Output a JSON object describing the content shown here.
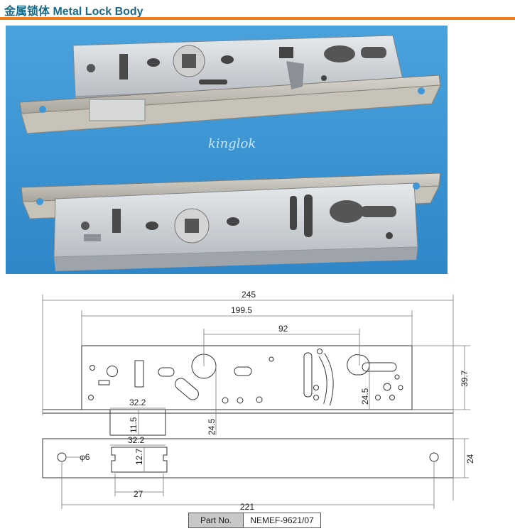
{
  "header": {
    "title": "金属锁体 Metal Lock Body"
  },
  "photo": {
    "watermark": "kinglok"
  },
  "dimensions": {
    "overall_length": "245",
    "case_length": "199.5",
    "backset_to_cylinder": "92",
    "case_height": "39.7",
    "latch_width_top": "32.2",
    "latch_height": "11.5",
    "handle_center_height": "24.5",
    "cylinder_center_height": "24.5",
    "faceplate_slot_width": "32.2",
    "faceplate_slot_height": "12.7",
    "faceplate_hole": "φ6",
    "faceplate_width": "24",
    "slot_pitch": "27",
    "hole_spacing": "221"
  },
  "part": {
    "label": "Part No.",
    "value": "NEMEF-9621/07"
  }
}
